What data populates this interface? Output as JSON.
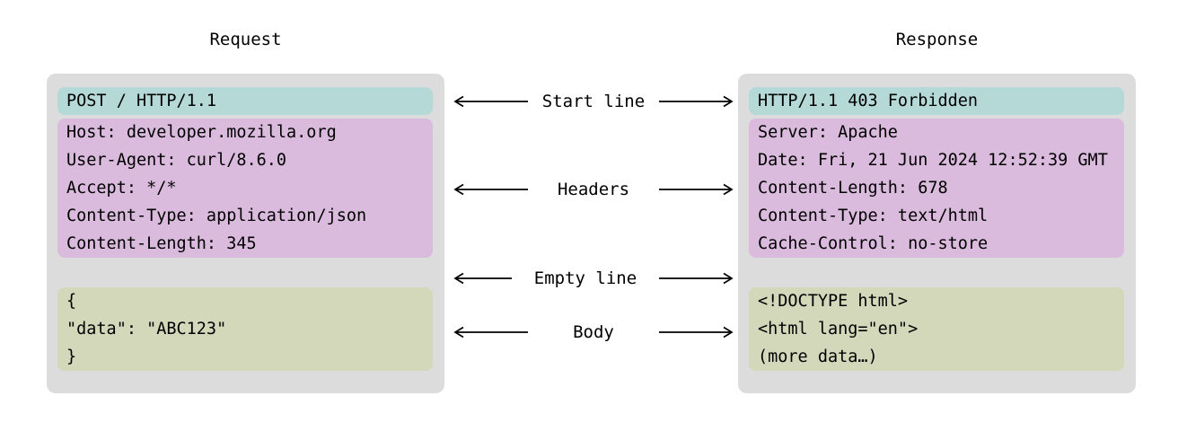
{
  "request": {
    "title": "Request",
    "start_line": "POST / HTTP/1.1",
    "headers": [
      "Host: developer.mozilla.org",
      "User-Agent: curl/8.6.0",
      "Accept: */*",
      "Content-Type: application/json",
      "Content-Length: 345"
    ],
    "body": [
      "{",
      "\"data\": \"ABC123\"",
      "}"
    ]
  },
  "response": {
    "title": "Response",
    "start_line": "HTTP/1.1 403 Forbidden",
    "headers": [
      "Server: Apache",
      "Date: Fri, 21 Jun 2024 12:52:39 GMT",
      "Content-Length: 678",
      "Content-Type: text/html",
      "Cache-Control: no-store"
    ],
    "body": [
      "<!DOCTYPE html>",
      "<html lang=\"en\">",
      "(more data…)"
    ]
  },
  "labels": {
    "start_line": "Start line",
    "headers": "Headers",
    "empty_line": "Empty line",
    "body": "Body"
  },
  "colors": {
    "start_line_bg": "#b5d9d7",
    "headers_bg": "#dabadd",
    "body_bg": "#d4d8ba",
    "panel_bg": "#dcdcdc",
    "text": "#000000"
  }
}
